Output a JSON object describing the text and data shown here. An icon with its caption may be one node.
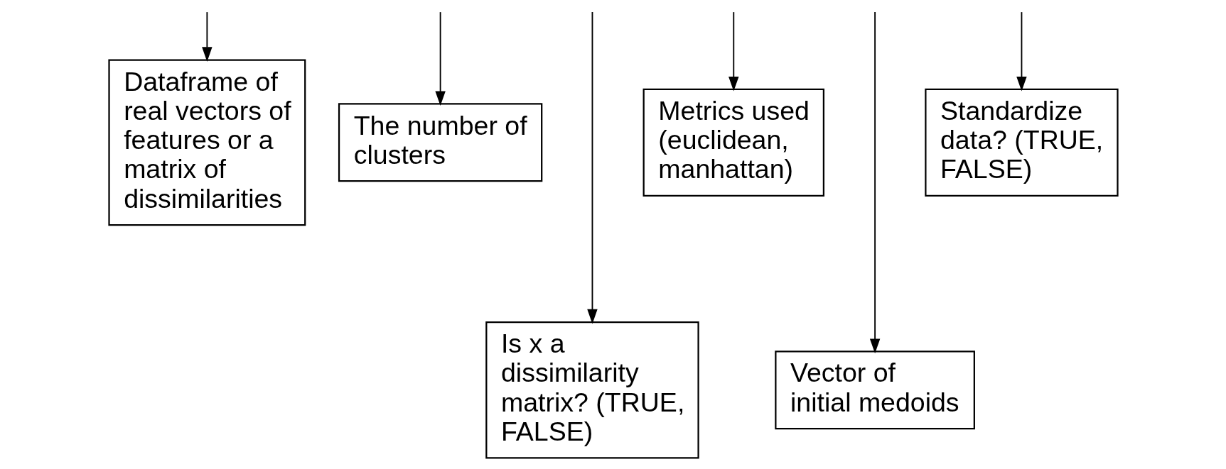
{
  "diagram": {
    "nodes": [
      {
        "text": [
          "Dataframe of real vectors of features or a matrix of dissimilarities"
        ]
      },
      {
        "text": [
          "The number of clusters"
        ]
      },
      {
        "text": [
          "Is x a dissimilarity matrix? (TRUE, FALSE)"
        ]
      },
      {
        "text": [
          "Metrics used (euclidean, manhattan)"
        ]
      },
      {
        "text": [
          "Vector of initial medoids"
        ]
      },
      {
        "text": [
          "Standardize data? (TRUE, FALSE)"
        ]
      }
    ],
    "edges": [
      {
        "from": null,
        "to": 0,
        "arrow": "to"
      },
      {
        "from": null,
        "to": 1,
        "arrow": "to"
      },
      {
        "from": null,
        "to": 2,
        "arrow": "to"
      },
      {
        "from": null,
        "to": 3,
        "arrow": "to"
      },
      {
        "from": null,
        "to": 4,
        "arrow": "to"
      },
      {
        "from": null,
        "to": 5,
        "arrow": "to"
      }
    ]
  }
}
